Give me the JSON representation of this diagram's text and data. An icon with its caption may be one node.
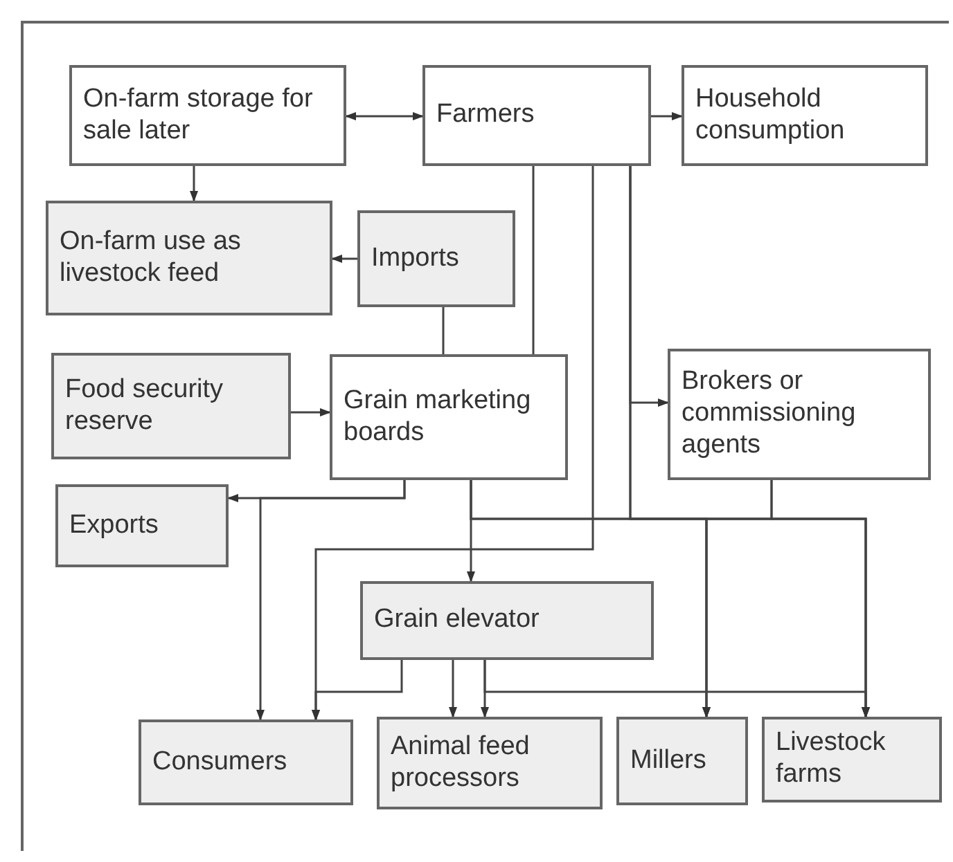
{
  "diagram": {
    "nodes": [
      {
        "text": [
          "On-farm storage for sale later"
        ]
      },
      {
        "text": [
          "Farmers"
        ]
      },
      {
        "text": [
          "Household consumption"
        ]
      },
      {
        "text": [
          "On-farm use as livestock feed"
        ]
      },
      {
        "text": [
          "Imports"
        ]
      },
      {
        "text": [
          "Food security reserve"
        ]
      },
      {
        "text": [
          "Grain marketing boards"
        ]
      },
      {
        "text": [
          "Brokers or commissioning agents"
        ]
      },
      {
        "text": [
          "Exports"
        ]
      },
      {
        "text": [
          "Grain elevator"
        ]
      },
      {
        "text": [
          "Consumers"
        ]
      },
      {
        "text": [
          "Animal feed processors"
        ]
      },
      {
        "text": [
          "Millers"
        ]
      },
      {
        "text": [
          "Livestock farms"
        ]
      }
    ],
    "edges": [
      {
        "from": 1,
        "to": 0,
        "arrow": "both"
      },
      {
        "from": 1,
        "to": 2,
        "arrow": "to"
      },
      {
        "from": 0,
        "to": 3,
        "arrow": "to"
      },
      {
        "from": 4,
        "to": 3,
        "arrow": "to"
      },
      {
        "from": 4,
        "to": 6,
        "arrow": "none"
      },
      {
        "from": 1,
        "to": 6,
        "arrow": "none"
      },
      {
        "from": 5,
        "to": 6,
        "arrow": "to"
      },
      {
        "from": 1,
        "to": 7,
        "arrow": "to"
      },
      {
        "from": 1,
        "to": 12,
        "arrow": "to"
      },
      {
        "from": 1,
        "to": 13,
        "arrow": "to"
      },
      {
        "from": 7,
        "to": 12,
        "arrow": "to"
      },
      {
        "from": 7,
        "to": 13,
        "arrow": "to"
      },
      {
        "from": 6,
        "to": 9,
        "arrow": "to"
      },
      {
        "from": 6,
        "to": 12,
        "arrow": "to"
      },
      {
        "from": 6,
        "to": 13,
        "arrow": "to"
      },
      {
        "from": 6,
        "to": 8,
        "arrow": "to"
      },
      {
        "from": 6,
        "to": 10,
        "arrow": "to"
      },
      {
        "from": 1,
        "to": 10,
        "arrow": "to"
      },
      {
        "from": 9,
        "to": 10,
        "arrow": "to"
      },
      {
        "from": 9,
        "to": 11,
        "arrow": "to"
      },
      {
        "from": 9,
        "to": 11,
        "arrow": "to"
      },
      {
        "from": 9,
        "to": 13,
        "arrow": "to"
      }
    ]
  }
}
